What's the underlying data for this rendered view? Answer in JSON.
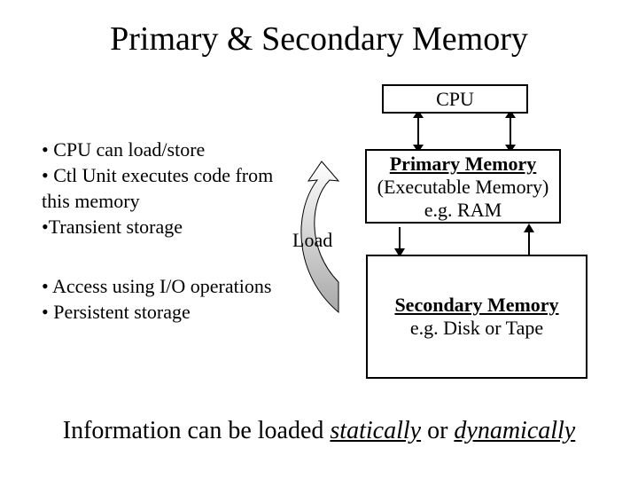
{
  "title": "Primary & Secondary Memory",
  "cpu": {
    "label": "CPU"
  },
  "primary": {
    "heading": "Primary Memory",
    "sub": "(Executable Memory)",
    "example": "e.g. RAM"
  },
  "secondary": {
    "heading": "Secondary Memory",
    "example": "e.g. Disk or Tape"
  },
  "primary_points": [
    "• CPU can load/store",
    "• Ctl Unit executes code from",
    "this memory",
    "•Transient storage"
  ],
  "secondary_points": [
    "• Access using I/O operations",
    "• Persistent storage"
  ],
  "load_label": "Load",
  "footer": {
    "prefix": "Information can be loaded ",
    "word1": "statically",
    "middle": " or ",
    "word2": "dynamically"
  },
  "colors": {
    "arrow_fill": "#c8c8c8",
    "line": "#000000"
  }
}
